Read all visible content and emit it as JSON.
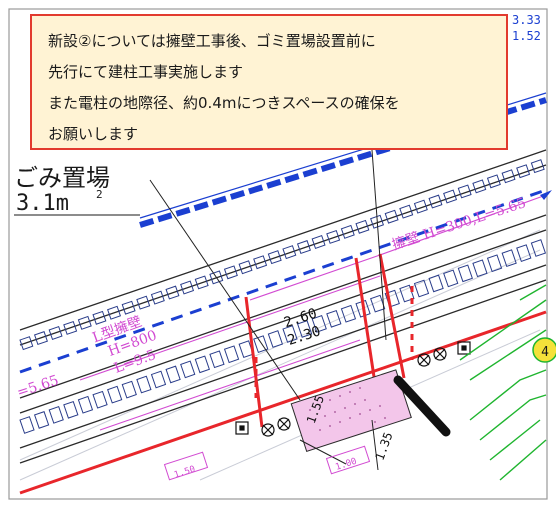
{
  "callout": {
    "lines": [
      "新設②については擁壁工事後、ゴミ置場設置前に",
      "先行にて建柱工事実施します",
      "また電柱の地際径、約0.4mにつきスペースの確保を",
      "お願いします"
    ]
  },
  "drawing": {
    "garbage_area_label": "ごみ置場",
    "garbage_area_size": "3.1m",
    "garbage_area_superscript": "2",
    "dim_width": "2.60",
    "dim_inner": "2.30",
    "dim_side": "1.55",
    "dim_bottom": "1.35",
    "retaining_wall_label": "L型擁壁",
    "wall_height": "H=800",
    "wall_length": "L=9.5",
    "wall_right_label": "擁壁 H=300,L=5.65",
    "road_label_left": "=5.65",
    "top_right_values": [
      "3.33",
      "1.52"
    ],
    "circle_number": "4",
    "bottom_tag_1": "1.50",
    "bottom_tag_2": "1.00"
  },
  "colors": {
    "callout_border": "#e23a2e",
    "callout_fill": "#fff3d4",
    "dimension_magenta": "#d24bd2",
    "road_blue": "#1b3fd1",
    "wall_red": "#e8262b",
    "green_lines": "#1fb52f"
  }
}
